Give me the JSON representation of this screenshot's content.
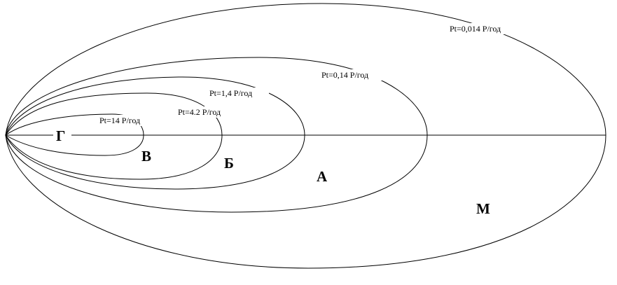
{
  "diagram": {
    "levels": [
      {
        "label": "Pt=0,014 Р/год"
      },
      {
        "label": "Pt=0,14 Р/год"
      },
      {
        "label": "Pt=1,4 Р/год"
      },
      {
        "label": "Pt=4.2 Р/год"
      },
      {
        "label": "Pt=14 Р/год"
      }
    ],
    "zones": [
      {
        "label": "М"
      },
      {
        "label": "А"
      },
      {
        "label": "Б"
      },
      {
        "label": "В"
      },
      {
        "label": "Г"
      }
    ]
  }
}
